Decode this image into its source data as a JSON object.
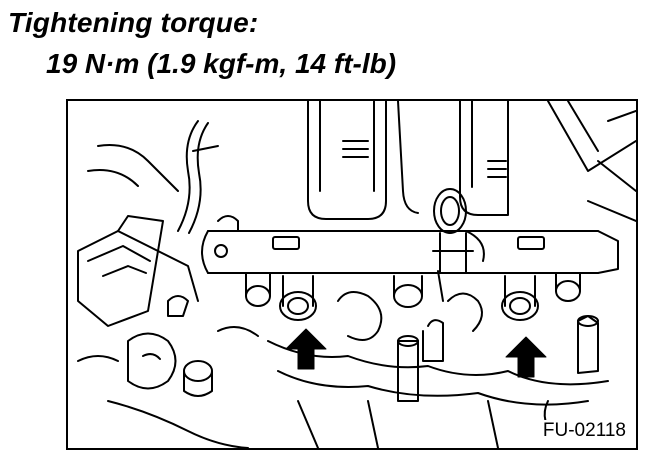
{
  "heading": "Tightening torque:",
  "torque_spec": "19 N·m (1.9 kgf-m, 14 ft-lb)",
  "figure": {
    "code": "FU-02118",
    "arrow_count": 2
  }
}
